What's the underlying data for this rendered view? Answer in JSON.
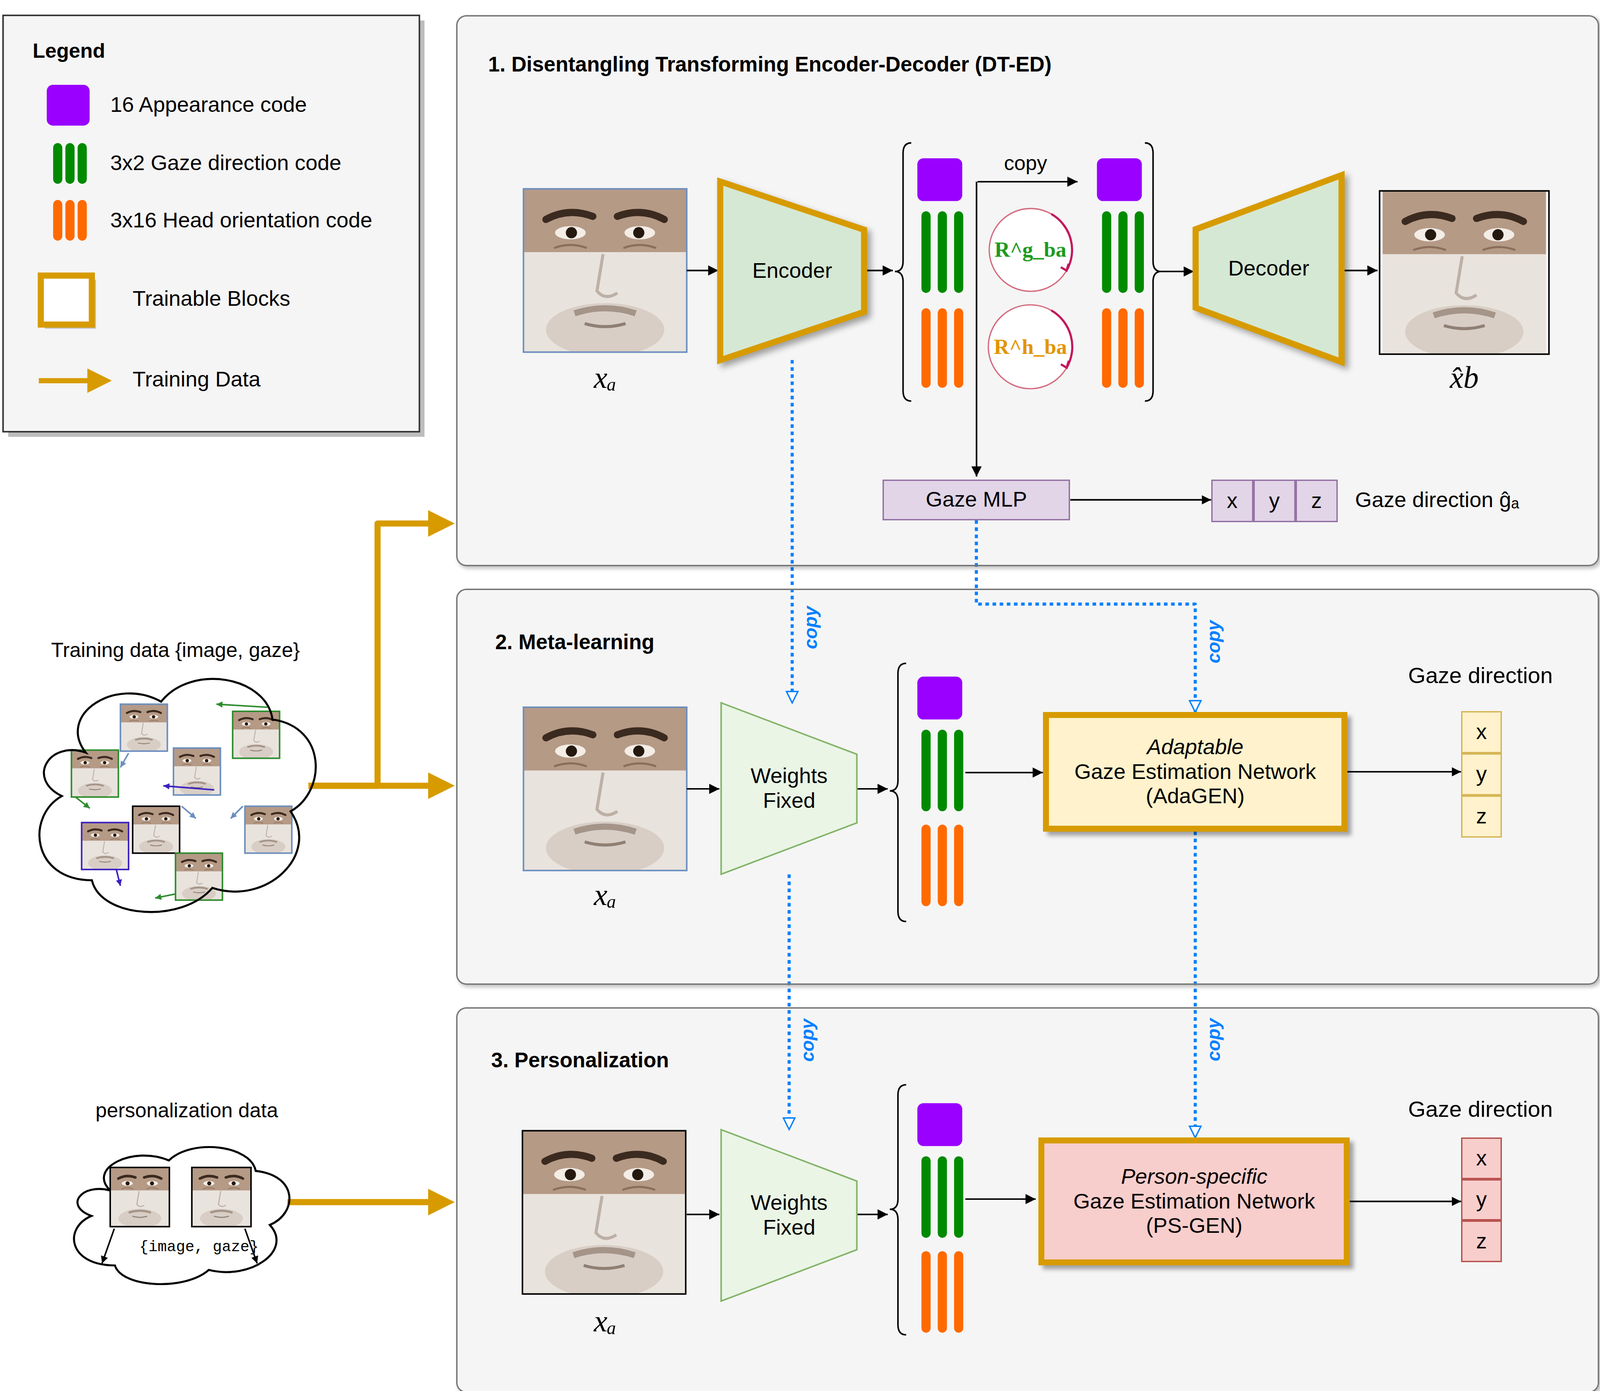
{
  "diagram": {
    "nodes": [
      {
        "text": [
          "1. Disentangling Transforming Encoder-Decoder (DT-ED)"
        ]
      },
      {
        "text": [
          "Encoder"
        ],
        "in": 0
      },
      {
        "text": [
          "R^g_ba"
        ],
        "in": 0
      },
      {
        "text": [
          "R^h_ba"
        ],
        "in": 0
      },
      {
        "text": [
          "Decoder"
        ],
        "in": 0
      },
      {
        "text": [
          "Gaze MLP"
        ],
        "in": 0
      },
      {
        "text": [
          "x",
          "y",
          "z"
        ],
        "in": 0
      },
      {
        "text": [
          "Training data {image, gaze}"
        ]
      },
      {
        "text": [
          "2. Meta-learning"
        ]
      },
      {
        "text": [
          "Weights Fixed"
        ],
        "in": 8
      },
      {
        "text": [
          "Adaptable",
          "Gaze Estimation Network (AdaGEN)"
        ],
        "in": 8
      },
      {
        "text": [
          "Gaze direction",
          "x",
          "y",
          "z"
        ],
        "in": 8
      },
      {
        "text": [
          "3. Personalization"
        ]
      },
      {
        "text": [
          "Weights Fixed"
        ],
        "in": 12
      },
      {
        "text": [
          "Person-specific",
          "Gaze Estimation Network (PS-GEN)"
        ],
        "in": 12
      },
      {
        "text": [
          "Gaze direction",
          "x",
          "y",
          "z"
        ],
        "in": 12
      },
      {
        "text": [
          "personalization data",
          "{image, gaze}"
        ]
      }
    ],
    "edges": [
      {
        "from": 5,
        "to": 6,
        "arrow": "to"
      },
      {
        "from": 7,
        "to": 0,
        "arrow": "to"
      },
      {
        "from": 7,
        "to": 8,
        "arrow": "to"
      },
      {
        "from": 1,
        "to": 9,
        "label": "copy",
        "arrow": "to"
      },
      {
        "from": 5,
        "to": 10,
        "label": "copy",
        "arrow": "to"
      },
      {
        "from": 10,
        "to": 11,
        "arrow": "to"
      },
      {
        "from": 9,
        "to": 13,
        "label": "copy",
        "arrow": "to"
      },
      {
        "from": 10,
        "to": 14,
        "label": "copy",
        "arrow": "to"
      },
      {
        "from": 14,
        "to": 15,
        "arrow": "to"
      },
      {
        "from": 16,
        "to": 12,
        "arrow": "to"
      }
    ],
    "labels": [
      "Legend",
      "copy",
      "xₐ",
      "x̂b",
      "Gaze direction ĝₐ",
      "xₐ",
      "xₐ"
    ],
    "legend": [
      {
        "text": "16 Appearance code",
        "color": "#9900ff"
      },
      {
        "text": "3x2 Gaze direction code",
        "color": "#008a00"
      },
      {
        "text": "3x16 Head orientation code",
        "color": "#ff6a00"
      },
      {
        "text": "Trainable Blocks"
      },
      {
        "text": "Training Data"
      }
    ]
  }
}
